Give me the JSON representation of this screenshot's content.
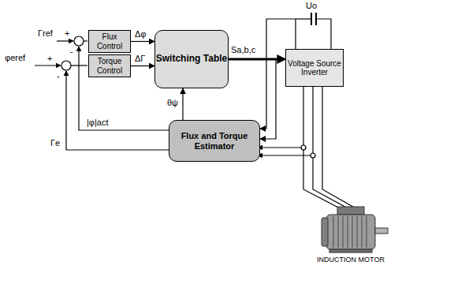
{
  "diagram": {
    "nodes": [
      {
        "text": [
          "Flux Control"
        ]
      },
      {
        "text": [
          "Torque Control"
        ]
      },
      {
        "text": [
          "Switching Table"
        ]
      },
      {
        "text": [
          "Voltage Source Inverter"
        ]
      },
      {
        "text": [
          "Flux and Torque Estimator"
        ]
      }
    ],
    "edges": [
      {
        "from": 0,
        "to": 2,
        "arrow": "to",
        "label": "Δφ"
      },
      {
        "from": 1,
        "to": 2,
        "arrow": "to",
        "label": "ΔΓ"
      },
      {
        "from": 2,
        "to": 3,
        "arrow": "to",
        "label": "Sa,b,c"
      },
      {
        "from": 4,
        "to": 2,
        "arrow": "to",
        "label": "θψ"
      },
      {
        "from": 2,
        "to": 4,
        "arrow": "to"
      },
      {
        "from": 3,
        "to": 4,
        "arrow": "to"
      }
    ],
    "labels": [
      "Γref",
      "+",
      "-",
      "φeref",
      "+",
      "-",
      "|φ|act",
      "Γe",
      "Uo",
      "INDUCTION MOTOR"
    ]
  }
}
